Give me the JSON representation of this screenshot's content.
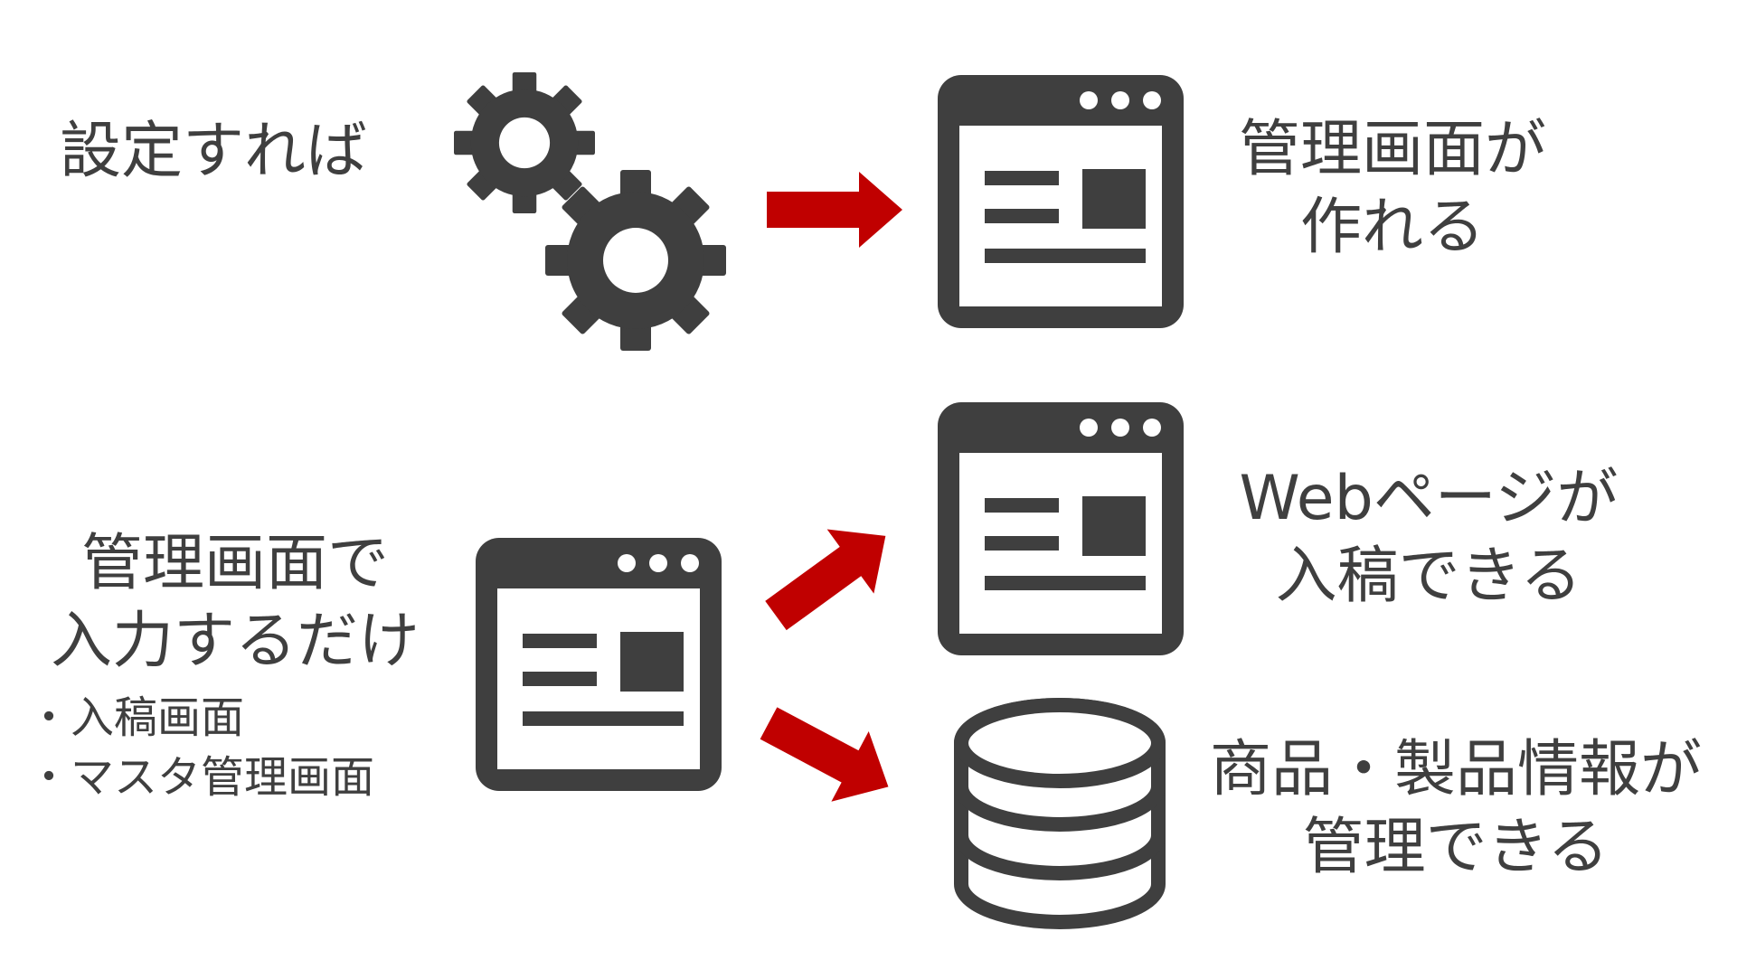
{
  "colors": {
    "icon": "#3f3f3f",
    "arrow": "#c00000",
    "text": "#3f3f3f",
    "background": "#ffffff"
  },
  "row1": {
    "condition": "設定すれば",
    "condition_icon": "gears-icon",
    "result_icon": "browser-window-icon",
    "result_lines": [
      "管理画面が",
      "作れる"
    ]
  },
  "row2": {
    "condition_lines": [
      "管理画面で",
      "入力するだけ"
    ],
    "condition_items": [
      "・入稿画面",
      "・マスタ管理画面"
    ],
    "source_icon": "browser-window-icon",
    "web_result_icon": "browser-window-icon",
    "web_result_lines": [
      "Webページが",
      "入稿できる"
    ],
    "db_icon": "database-icon",
    "db_result_lines": [
      "商品・製品情報が",
      "管理できる"
    ]
  }
}
